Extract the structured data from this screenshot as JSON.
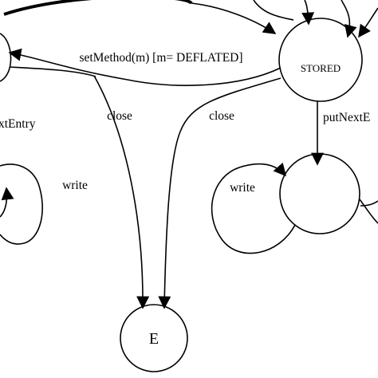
{
  "diagram": {
    "type": "state-machine",
    "states": {
      "stored": "STORED",
      "end": "E",
      "unnamed_right": "",
      "partial_left": "",
      "partial_right": ""
    },
    "transitions": {
      "set_method": "setMethod(m) [m= DEFLATED]",
      "close_left": "close",
      "close_right": "close",
      "put_next_entry_left": "xtEntry",
      "put_next_entry_right": "putNextE",
      "write_left": "write",
      "write_right": "write"
    }
  }
}
